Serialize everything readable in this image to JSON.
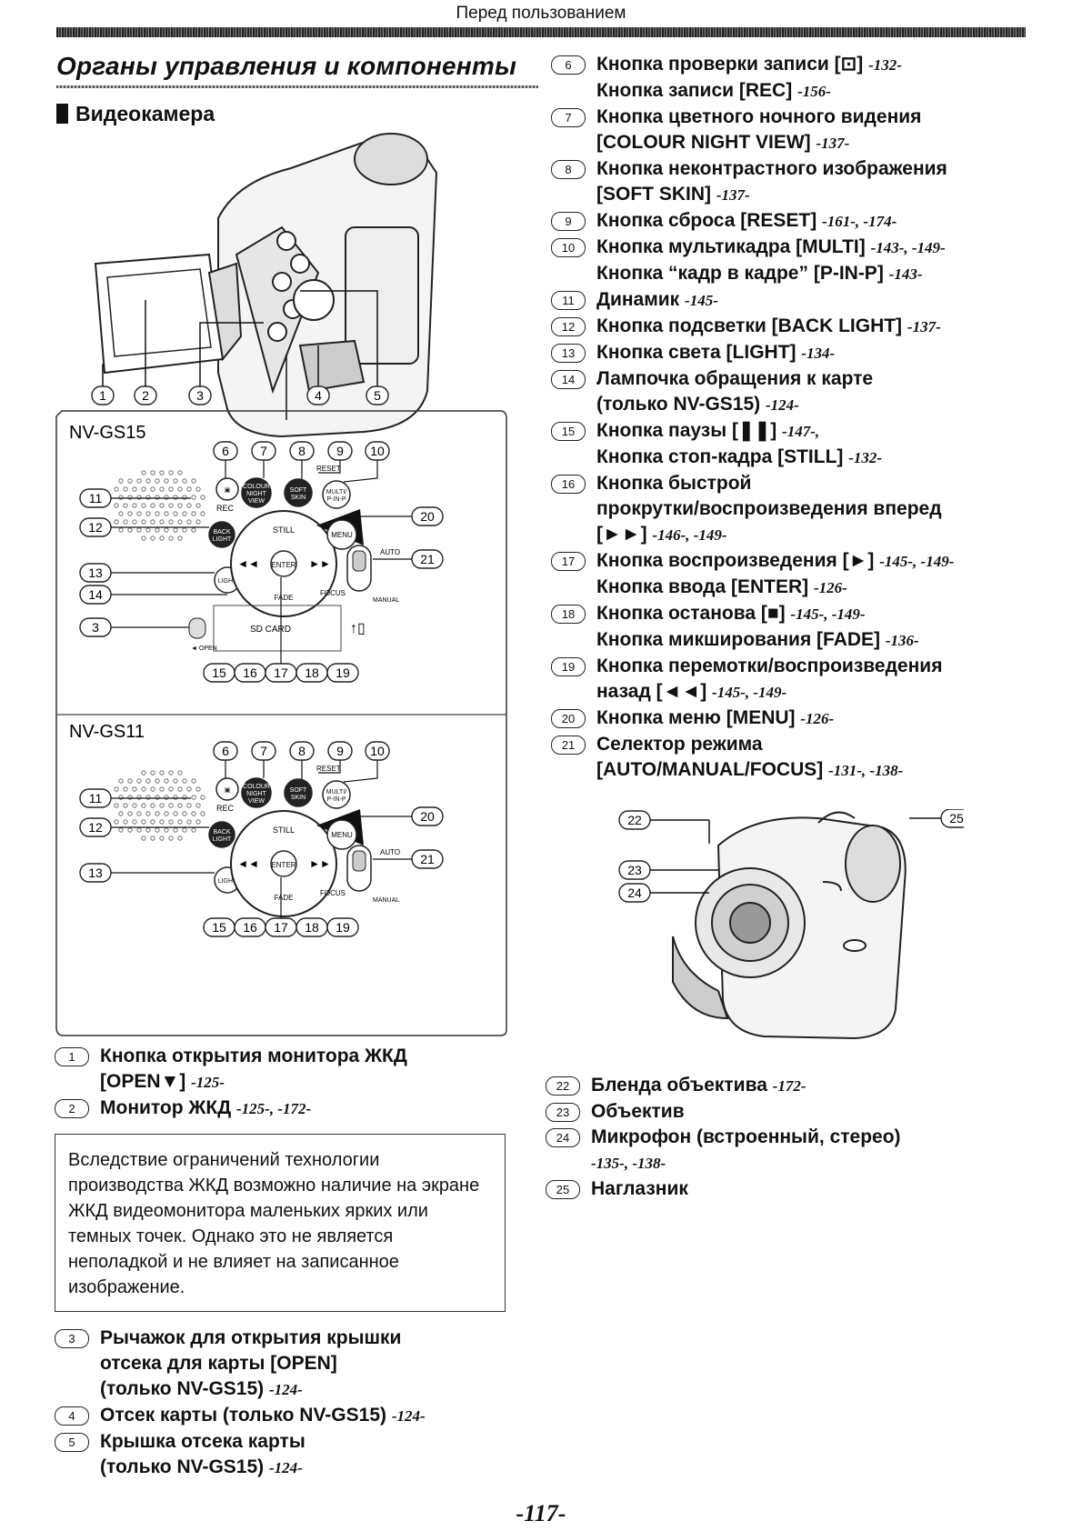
{
  "header": {
    "title": "Перед пользованием"
  },
  "section_title": "Органы управления и компоненты",
  "subsection_title": "Видеокамера",
  "diagram": {
    "top_callouts": [
      "1",
      "2",
      "3",
      "4",
      "5"
    ],
    "panel1_model": "NV-GS15",
    "panel2_model": "NV-GS11",
    "panel_top_nums": [
      "6",
      "7",
      "8",
      "9",
      "10"
    ],
    "panel_left_nums_gs15": [
      "11",
      "12",
      "13",
      "14",
      "3"
    ],
    "panel_left_nums_gs11": [
      "11",
      "12",
      "13"
    ],
    "panel_right_nums": [
      "20",
      "21"
    ],
    "panel_bottom_nums": [
      "15",
      "16",
      "17",
      "18",
      "19"
    ],
    "button_labels": {
      "reset": "RESET",
      "colour": "COLOUR NIGHT VIEW",
      "soft": "SOFT SKIN",
      "multi": "MULTI/ P-IN-P",
      "rec": "REC",
      "back": "BACK LIGHT",
      "light": "LIGHT",
      "menu": "MENU",
      "still": "STILL",
      "enter": "ENTER",
      "fade": "FADE",
      "auto": "AUTO",
      "manual": "MANUAL",
      "focus": "FOCUS",
      "open": "◄ OPEN",
      "sdcard": "SD CARD"
    },
    "front_nums": [
      "22",
      "23",
      "24",
      "25"
    ]
  },
  "items_left_top": [
    {
      "n": "1",
      "lines": [
        "Кнопка открытия монитора ЖКД",
        "[OPEN▼]"
      ],
      "pages": "-125-"
    },
    {
      "n": "2",
      "lines": [
        "Монитор ЖКД"
      ],
      "pages": "-125-, -172-"
    }
  ],
  "note_text": "Вследствие ограничений технологии производства ЖКД возможно наличие на экране ЖКД видеомонитора маленьких ярких или темных точек. Однако это не является неполадкой и не влияет на записанное изображение.",
  "items_left_bottom": [
    {
      "n": "3",
      "lines": [
        "Рычажок для открытия крышки",
        "отсека для карты [OPEN]",
        "(только NV-GS15)"
      ],
      "pages": "-124-"
    },
    {
      "n": "4",
      "lines": [
        "Отсек карты (только NV-GS15)"
      ],
      "pages": "-124-"
    },
    {
      "n": "5",
      "lines": [
        "Крышка отсека карты",
        "(только NV-GS15)"
      ],
      "pages": "-124-"
    }
  ],
  "items_right": [
    {
      "n": "6",
      "lines": [
        "Кнопка проверки записи [⊡]",
        "Кнопка записи [REC]"
      ],
      "pages": [
        "-132-",
        "-156-"
      ]
    },
    {
      "n": "7",
      "lines": [
        "Кнопка цветного ночного видения",
        "[COLOUR NIGHT VIEW]"
      ],
      "pages": [
        "",
        "-137-"
      ]
    },
    {
      "n": "8",
      "lines": [
        "Кнопка неконтрастного изображения",
        "[SOFT SKIN]"
      ],
      "pages": [
        "",
        "-137-"
      ]
    },
    {
      "n": "9",
      "lines": [
        "Кнопка сброса [RESET]"
      ],
      "pages": [
        "-161-, -174-"
      ]
    },
    {
      "n": "10",
      "lines": [
        "Кнопка мультикадра [MULTI]",
        "Кнопка “кадр в кадре” [P-IN-P]"
      ],
      "pages": [
        "-143-, -149-",
        "-143-"
      ]
    },
    {
      "n": "11",
      "lines": [
        "Динамик"
      ],
      "pages": [
        "-145-"
      ]
    },
    {
      "n": "12",
      "lines": [
        "Кнопка подсветки [BACK LIGHT]"
      ],
      "pages": [
        "-137-"
      ]
    },
    {
      "n": "13",
      "lines": [
        "Кнопка света [LIGHT]"
      ],
      "pages": [
        "-134-"
      ]
    },
    {
      "n": "14",
      "lines": [
        "Лампочка обращения к карте",
        "(только NV-GS15)"
      ],
      "pages": [
        "",
        "-124-"
      ]
    },
    {
      "n": "15",
      "lines": [
        "Кнопка паузы [❚❚]",
        "Кнопка стоп-кадра [STILL]"
      ],
      "pages": [
        "-147-,",
        "-132-"
      ]
    },
    {
      "n": "16",
      "lines": [
        "Кнопка быстрой",
        "прокрутки/воспроизведения вперед",
        "[►►]"
      ],
      "pages": [
        "",
        "",
        "-146-, -149-"
      ]
    },
    {
      "n": "17",
      "lines": [
        "Кнопка воспроизведения [►]",
        "Кнопка ввода [ENTER]"
      ],
      "pages": [
        "-145-, -149-",
        "-126-"
      ]
    },
    {
      "n": "18",
      "lines": [
        "Кнопка останова [■]",
        "Кнопка микширования [FADE]"
      ],
      "pages": [
        "-145-, -149-",
        "-136-"
      ]
    },
    {
      "n": "19",
      "lines": [
        "Кнопка перемотки/воспроизведения",
        "назад [◄◄]"
      ],
      "pages": [
        "",
        "-145-, -149-"
      ]
    },
    {
      "n": "20",
      "lines": [
        "Кнопка меню [MENU]"
      ],
      "pages": [
        "-126-"
      ]
    },
    {
      "n": "21",
      "lines": [
        "Селектор режима",
        "[AUTO/MANUAL/FOCUS]"
      ],
      "pages": [
        "",
        "-131-, -138-"
      ]
    }
  ],
  "items_right_bottom": [
    {
      "n": "22",
      "lines": [
        "Бленда объектива"
      ],
      "pages": [
        "-172-"
      ]
    },
    {
      "n": "23",
      "lines": [
        "Объектив"
      ],
      "pages": [
        ""
      ]
    },
    {
      "n": "24",
      "lines": [
        "Микрофон (встроенный, стерео)",
        ""
      ],
      "pages": [
        "",
        "-135-, -138-"
      ]
    },
    {
      "n": "25",
      "lines": [
        "Наглазник"
      ],
      "pages": [
        ""
      ]
    }
  ],
  "page_number": "-117-"
}
